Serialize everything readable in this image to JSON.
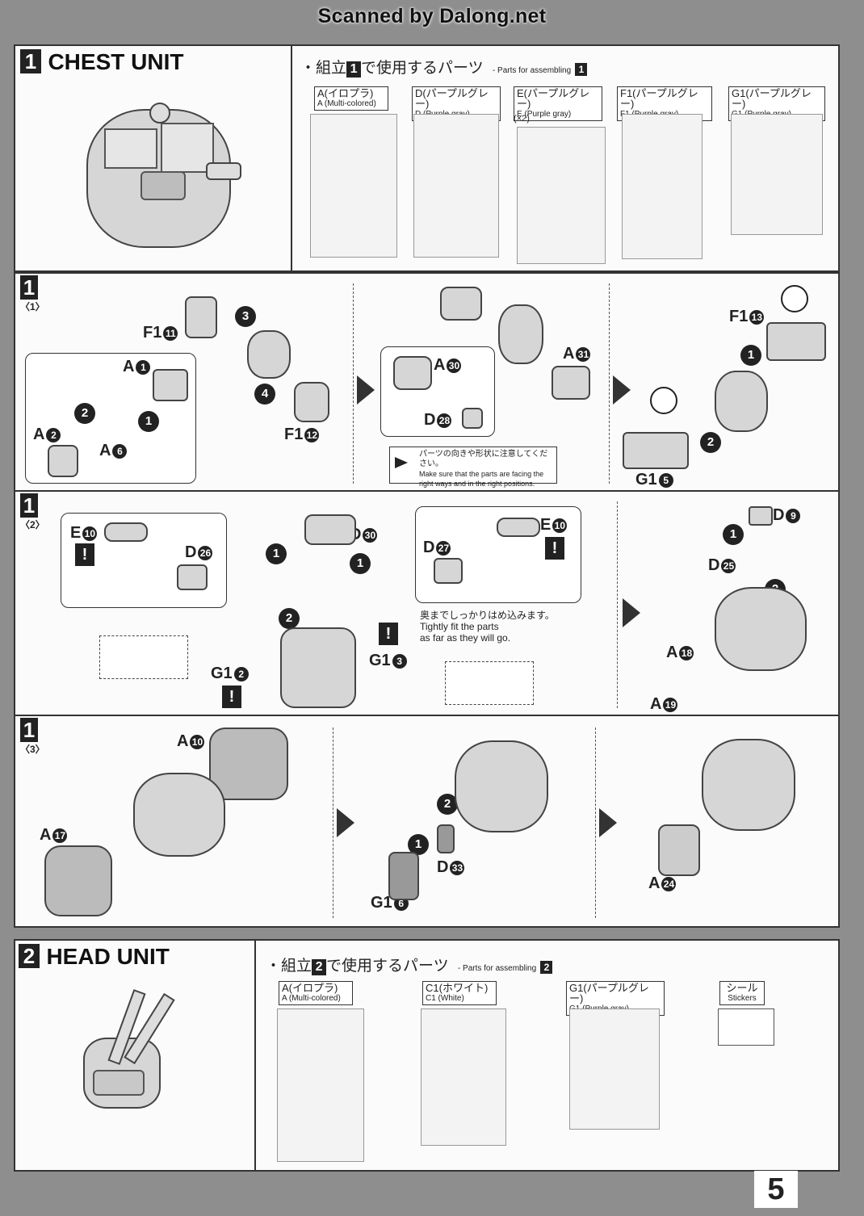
{
  "scan_credit": "Scanned by Dalong.net",
  "page_number": "5",
  "section1": {
    "number": "1",
    "title": "CHEST UNIT",
    "parts_heading_jp": "・組立",
    "parts_heading_num": "1",
    "parts_heading_jp2": "で使用するパーツ",
    "parts_heading_en": "- Parts for assembling",
    "runners": [
      {
        "jp": "A(イロプラ)",
        "en": "A (Multi-colored)"
      },
      {
        "jp": "D(パープルグレー)",
        "en": "D (Purple gray)"
      },
      {
        "jp": "E(パープルグレー)",
        "en": "E (Purple gray)",
        "count": "(×2)"
      },
      {
        "jp": "F1(パープルグレー)",
        "en": "F1 (Purple gray)"
      },
      {
        "jp": "G1(パープルグレー)",
        "en": "G1 (Purple gray)"
      }
    ]
  },
  "step1_1": {
    "step": "1",
    "sub": "〈1〉",
    "labels": {
      "f1_11": "F1",
      "f1_12": "F1",
      "a1": "A",
      "a2": "A",
      "a6": "A",
      "a30": "A",
      "a31": "A",
      "d28": "D",
      "f1_13": "F1",
      "g1_5": "G1"
    },
    "nums": {
      "f1_11": "11",
      "f1_12": "12",
      "a1": "1",
      "a2": "2",
      "a6": "6",
      "a30": "30",
      "a31": "31",
      "d28": "28",
      "f1_13": "13",
      "g1_5": "5"
    },
    "seq": [
      "3",
      "4",
      "2",
      "1",
      "1",
      "2"
    ],
    "note_jp": "パーツの向きや形状に注意してください。",
    "note_en1": "Make sure that the parts are facing the",
    "note_en2": "right ways and in the right positions."
  },
  "step1_2": {
    "step": "1",
    "sub": "〈2〉",
    "labels": {
      "e10a": "E",
      "d26": "D",
      "d30": "D",
      "d27": "D",
      "e10b": "E",
      "d9": "D",
      "d25": "D",
      "a18": "A",
      "a19": "A",
      "g1_3": "G1",
      "g1_2": "G1"
    },
    "nums": {
      "e10a": "10",
      "d26": "26",
      "d30": "30",
      "d27": "27",
      "e10b": "10",
      "d9": "9",
      "d25": "25",
      "a18": "18",
      "a19": "19",
      "g1_3": "3",
      "g1_2": "2"
    },
    "seq": [
      "1",
      "1",
      "2",
      "1",
      "2"
    ],
    "warn": "!",
    "note_jp": "奥までしっかりはめ込みます。",
    "note_en1": "Tightly fit the parts",
    "note_en2": "as far as they will go."
  },
  "step1_3": {
    "step": "1",
    "sub": "〈3〉",
    "labels": {
      "a10": "A",
      "a17": "A",
      "d33": "D",
      "g1_6": "G1",
      "a24": "A"
    },
    "nums": {
      "a10": "10",
      "a17": "17",
      "d33": "33",
      "g1_6": "6",
      "a24": "24"
    },
    "seq": [
      "2",
      "1"
    ]
  },
  "section2": {
    "number": "2",
    "title": "HEAD UNIT",
    "parts_heading_jp": "・組立",
    "parts_heading_num": "2",
    "parts_heading_jp2": "で使用するパーツ",
    "parts_heading_en": "- Parts for assembling",
    "runners": [
      {
        "jp": "A(イロプラ)",
        "en": "A (Multi-colored)"
      },
      {
        "jp": "C1(ホワイト)",
        "en": "C1 (White)"
      },
      {
        "jp": "G1(パープルグレー)",
        "en": "G1 (Purple gray)"
      },
      {
        "jp": "シール",
        "en": "Stickers"
      }
    ]
  },
  "colors": {
    "background": "#8e8e8e",
    "panel": "#fbfbfb",
    "ink": "#222222"
  }
}
